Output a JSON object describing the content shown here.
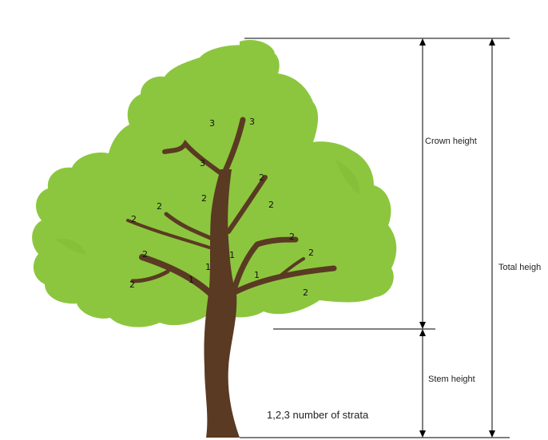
{
  "labels": {
    "crown_height": "Crown height",
    "total_height": "Total heigh",
    "stem_height": "Stem height",
    "legend": "1,2,3 number of strata"
  },
  "strata_numbers": {
    "n1": "3",
    "n2": "3",
    "n3": "3",
    "n4": "2",
    "n5": "2",
    "n6": "2",
    "n7": "2",
    "n8": "2",
    "n9": "2",
    "n10": "2",
    "n11": "2",
    "n12": "2",
    "n13": "2",
    "n14": "1",
    "n15": "1",
    "n16": "1",
    "n17": "1"
  },
  "colors": {
    "foliage": "#8cc63f",
    "foliage_edge": "#7ab535",
    "trunk": "#5a3a22",
    "line": "#000000"
  }
}
